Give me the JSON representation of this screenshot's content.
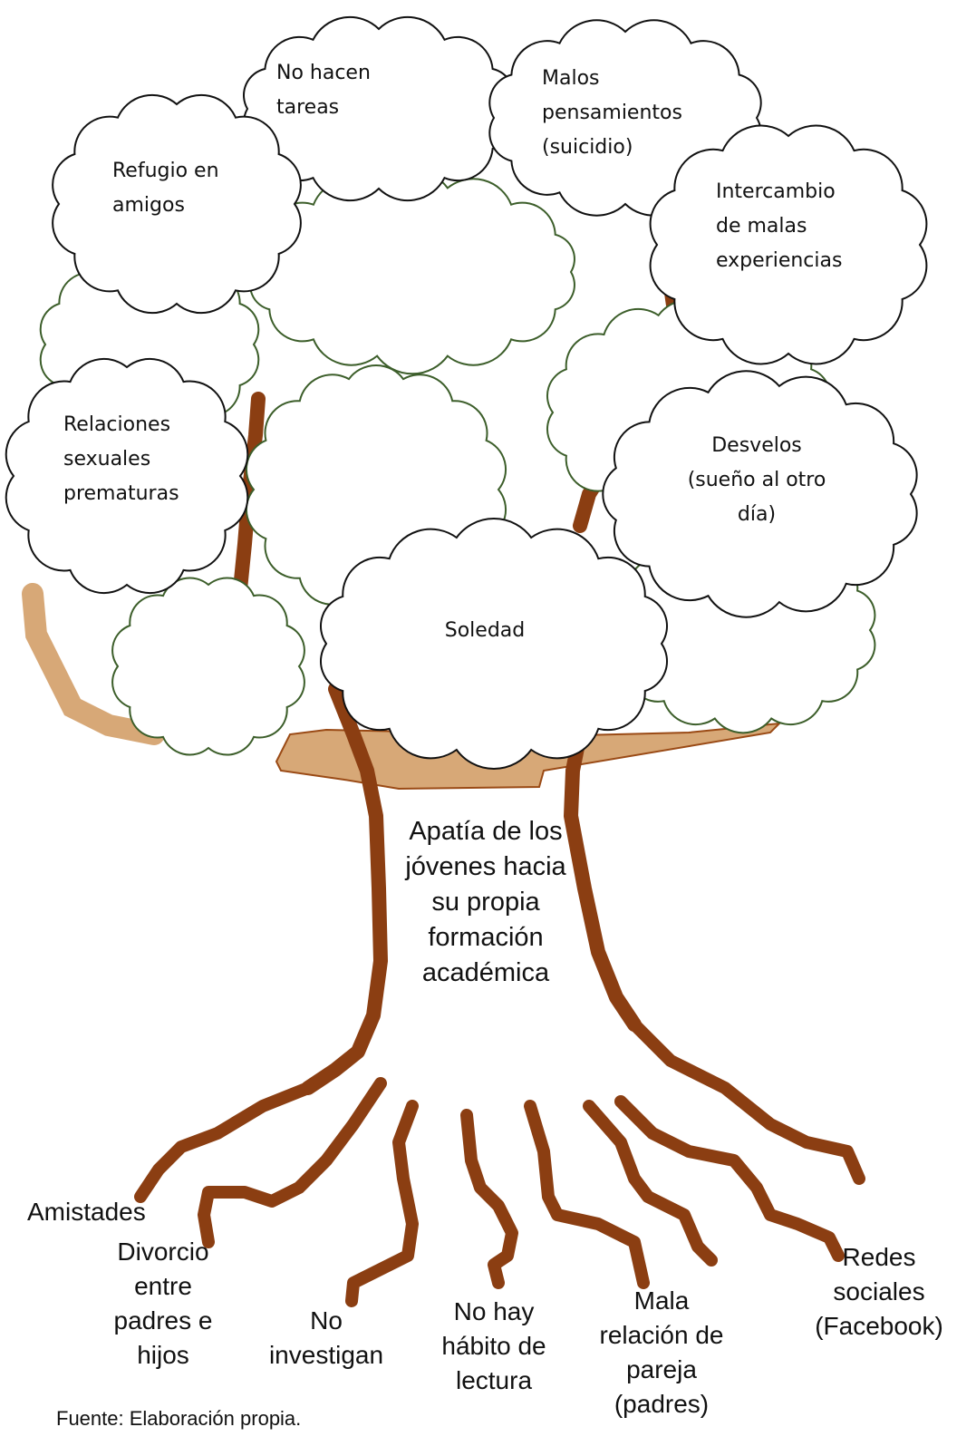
{
  "diagram": {
    "trunk_label": "Apatía de los\njóvenes hacia\nsu propia\nformación\nacadémica",
    "branches": [
      "No hacen\ntareas",
      "Malos\npensamientos\n(suicidio)",
      "Refugio en\namigos",
      "Intercambio\nde malas\nexperiencias",
      "Relaciones\nsexuales\nprematuras",
      "Desvelos\n(sueño al otro\ndía)",
      "Soledad"
    ],
    "roots": [
      "Amistades",
      "Divorcio\nentre\npadres e\nhijos",
      "No\ninvestigan",
      "No hay\nhábito de\nlectura",
      "Mala\nrelación de\npareja\n(padres)",
      "Redes\nsociales\n(Facebook)"
    ],
    "source": "Fuente: Elaboración propia."
  },
  "colors": {
    "trunk": "#8B3E12",
    "ground": "#D7A877",
    "ground_edge": "#9A4A15",
    "leaf_outline": "#3C5E2A",
    "cloud_outline": "#111111",
    "fill": "#FFFFFF"
  }
}
